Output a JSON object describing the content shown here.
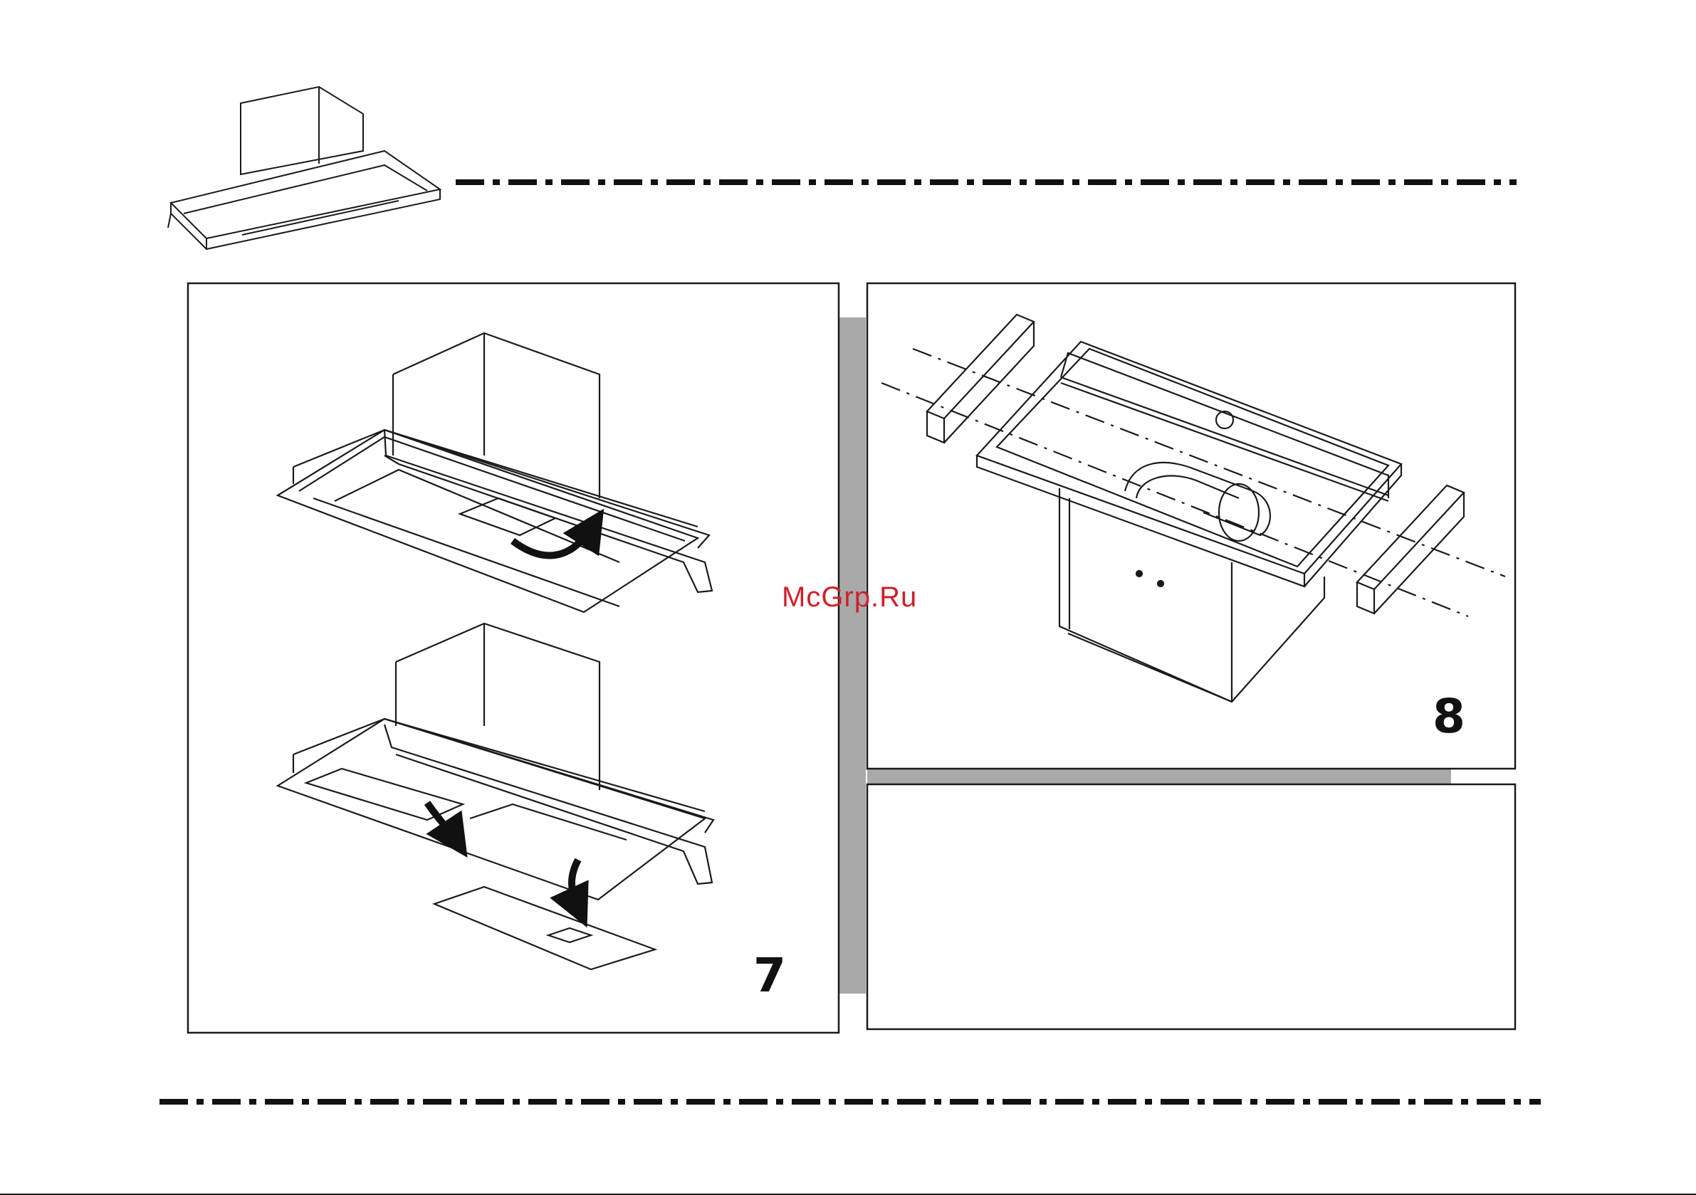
{
  "watermark": "McGrp.Ru",
  "steps": [
    {
      "number": "7"
    },
    {
      "number": "8"
    }
  ],
  "colors": {
    "line": "#1a1a1a",
    "gray_bar": "#a9a9a9",
    "watermark": "#d0202a"
  },
  "icons": {
    "arrow_lift": "curved-arrow-icon",
    "arrow_down": "down-arrow-icon"
  }
}
